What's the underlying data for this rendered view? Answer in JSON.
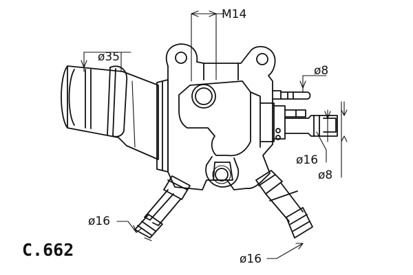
{
  "part_code": "C.662",
  "dimensions": {
    "thread": "M14",
    "inlet_diameter": "ø35",
    "right_top_pipe": "ø8",
    "right_middle_pipe": "ø16",
    "right_bottom_pipe": "ø8",
    "lower_left_outlet": "ø16",
    "lower_right_outlet": "ø16"
  }
}
